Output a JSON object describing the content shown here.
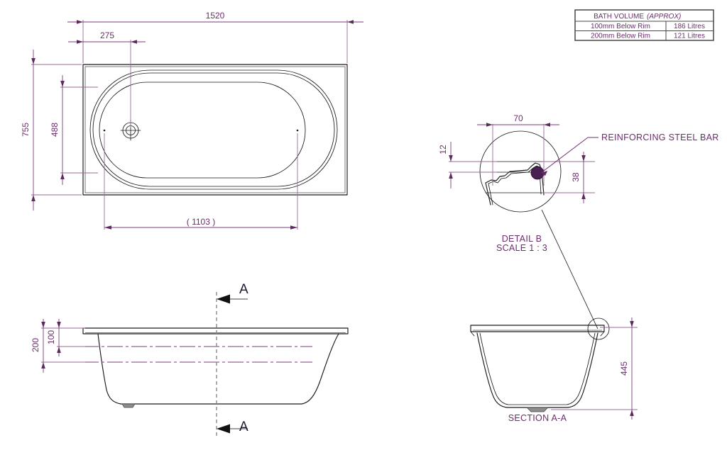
{
  "document": {
    "type": "technical-drawing",
    "subject": "Rectangular bath / bathtub",
    "units": "mm"
  },
  "volume_table": {
    "title": "BATH VOLUME",
    "title_suffix": "(APPROX)",
    "rows": [
      {
        "label": "100mm Below Rim",
        "value": "186 Litres"
      },
      {
        "label": "200mm Below Rim",
        "value": "121 Litres"
      }
    ]
  },
  "plan_view": {
    "name": "Plan view",
    "dimensions": {
      "overall_length": "1520",
      "waste_offset": "275",
      "overall_width": "755",
      "inner_width": "488",
      "inner_length": "( 1103 )"
    }
  },
  "elevation_view": {
    "name": "Front elevation",
    "dimensions": {
      "lower_water_line": "200",
      "upper_water_line": "100"
    },
    "section_marks": {
      "top_letter": "A",
      "bottom_letter": "A"
    }
  },
  "detail_view": {
    "name": "Detail B",
    "title": "DETAIL B",
    "scale": "SCALE 1 : 3",
    "callout": "REINFORCING STEEL BAR",
    "dimensions": {
      "rim_width": "70",
      "rim_thickness": "12",
      "rim_depth": "38"
    }
  },
  "section_view": {
    "name": "Section A-A",
    "title": "SECTION A-A",
    "dimensions": {
      "depth": "445"
    }
  },
  "colors": {
    "dimension": "#6b2d6b",
    "outline": "#1a1a1a",
    "cut_line": "#8a8a8a",
    "steel_bar": "#4a1f52",
    "background": "#ffffff"
  }
}
